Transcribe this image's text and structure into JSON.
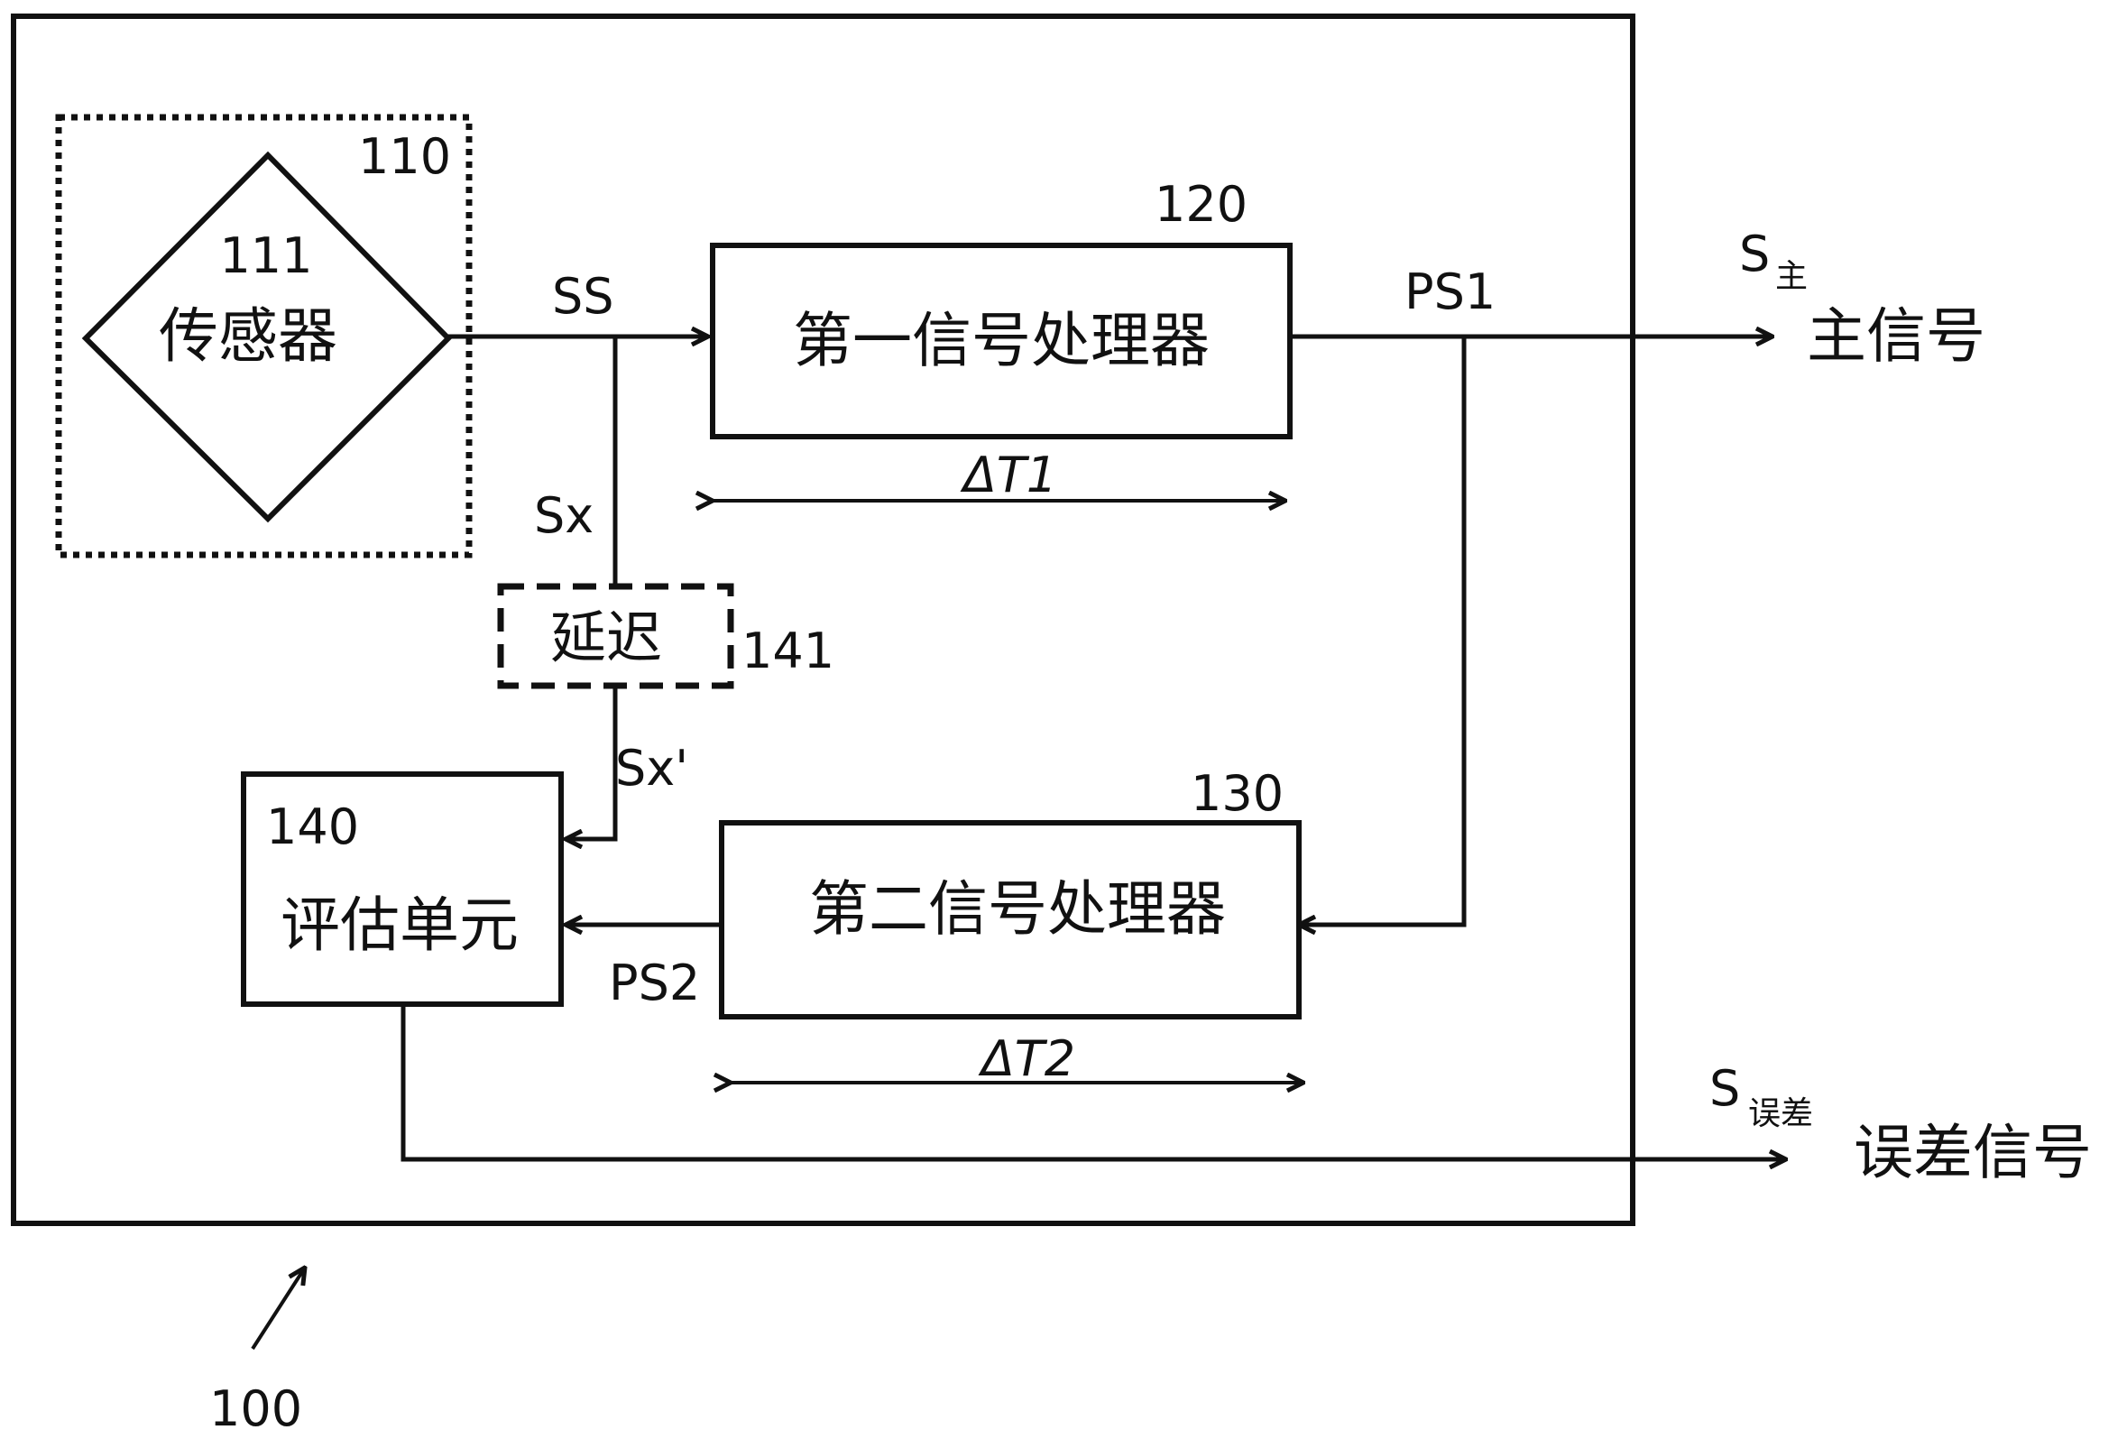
{
  "system": {
    "ref": "100"
  },
  "sensor_module": {
    "ref": "110"
  },
  "sensor": {
    "ref": "111",
    "label": "传感器"
  },
  "processor1": {
    "ref": "120",
    "label": "第一信号处理器",
    "delay": "ΔT1"
  },
  "processor2": {
    "ref": "130",
    "label": "第二信号处理器",
    "delay": "ΔT2"
  },
  "evaluation": {
    "ref": "140",
    "label": "评估单元"
  },
  "delay_block": {
    "ref": "141",
    "label": "延迟"
  },
  "signals": {
    "ss": "SS",
    "sx": "Sx",
    "sx_prime": "Sx'",
    "ps1": "PS1",
    "ps2": "PS2"
  },
  "outputs": {
    "main": {
      "symbol": "S",
      "subscript": "主",
      "label": "主信号"
    },
    "error": {
      "symbol": "S",
      "subscript": "误差",
      "label": "误差信号"
    }
  }
}
